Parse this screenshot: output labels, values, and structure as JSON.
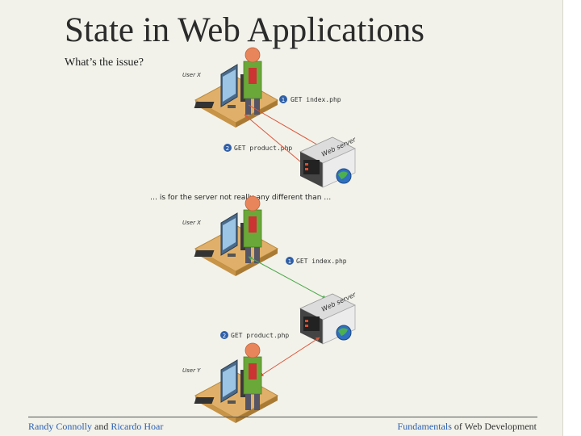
{
  "slide": {
    "title": "State in Web Applications",
    "subtitle": "What’s the issue?"
  },
  "diagram": {
    "top": {
      "user": "User X",
      "req1_num": "1",
      "req1_text": "GET  index.php",
      "req2_num": "2",
      "req2_text": "GET  product.php",
      "server": "Web server"
    },
    "caption": "… is for the server not really any different than …",
    "bottom": {
      "user_x": "User X",
      "user_y": "User Y",
      "req1_num": "1",
      "req1_text": "GET  index.php",
      "req2_num": "2",
      "req2_text": "GET  product.php",
      "server": "Web server"
    }
  },
  "footer": {
    "author1": "Randy Connolly",
    "and": " and ",
    "author2": "Ricardo Hoar",
    "book_link": "Fundamentals",
    "book_rest": " of Web Development"
  },
  "colors": {
    "red_arrow": "#d9573b",
    "green_arrow": "#4aa84a",
    "badge": "#2f5fa8"
  }
}
